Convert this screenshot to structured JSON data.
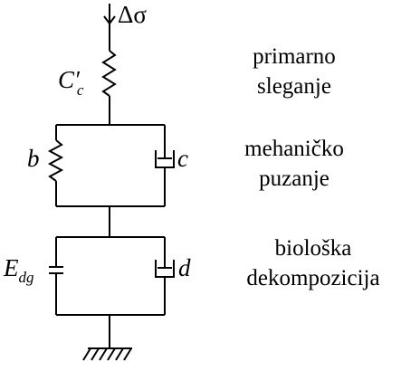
{
  "load": {
    "arrow_label": "Δσ"
  },
  "elements": {
    "primary_spring": {
      "symbol": "C′",
      "subscript": "c"
    },
    "mech_spring": {
      "symbol": "b"
    },
    "mech_dashpot": {
      "symbol": "c"
    },
    "bio_capacitor": {
      "symbol": "E",
      "subscript": "dg"
    },
    "bio_dashpot": {
      "symbol": "d"
    }
  },
  "stages": [
    {
      "lines": [
        "primarno",
        "sleganje"
      ]
    },
    {
      "lines": [
        "mehaničko",
        "puzanje"
      ]
    },
    {
      "lines": [
        "biološka",
        "dekompozicija"
      ]
    }
  ]
}
